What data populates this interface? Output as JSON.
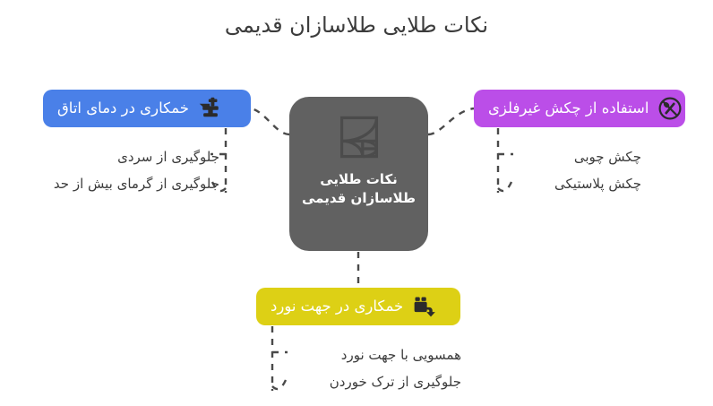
{
  "page": {
    "title": "نکات طلایی طلاسازان قدیمی",
    "background_color": "#ffffff",
    "text_color": "#3c3c3c"
  },
  "center": {
    "label": "نکات طلایی طلاسازان قدیمی",
    "icon": "golden-ratio-spiral-icon",
    "color": "#616161"
  },
  "branches": [
    {
      "id": "blue",
      "label": "خمکاری در دمای اتاق",
      "icon": "anvil-hammer-icon",
      "color": "#4a80e8",
      "children": [
        "جلوگیری از سردی",
        "جلوگیری از گرمای بیش از حد"
      ]
    },
    {
      "id": "purple",
      "label": "استفاده از چکش غیرفلزی",
      "icon": "no-metal-hammer-icon",
      "color": "#bb4ee8",
      "children": [
        "چکش چوبی",
        "چکش پلاستیکی"
      ]
    },
    {
      "id": "yellow",
      "label": "خمکاری در جهت نورد",
      "icon": "bend-roll-direction-icon",
      "color": "#ddd015",
      "children": [
        "همسویی با جهت نورد",
        "جلوگیری از ترک خوردن"
      ]
    }
  ],
  "connector": {
    "style": "dashed",
    "color": "#4a4a4a"
  }
}
